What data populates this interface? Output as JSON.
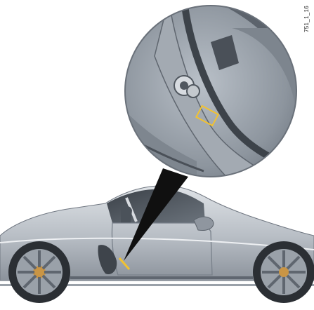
{
  "figure": {
    "code": "751_1_16",
    "subject": "car-side-view",
    "detail": "door-pillar-label-location"
  },
  "colors": {
    "body_light": "#c8cdd3",
    "body_mid": "#a9b0b8",
    "body_dark": "#5f6670",
    "marker": "#f2c230",
    "pointer": "#101010"
  }
}
